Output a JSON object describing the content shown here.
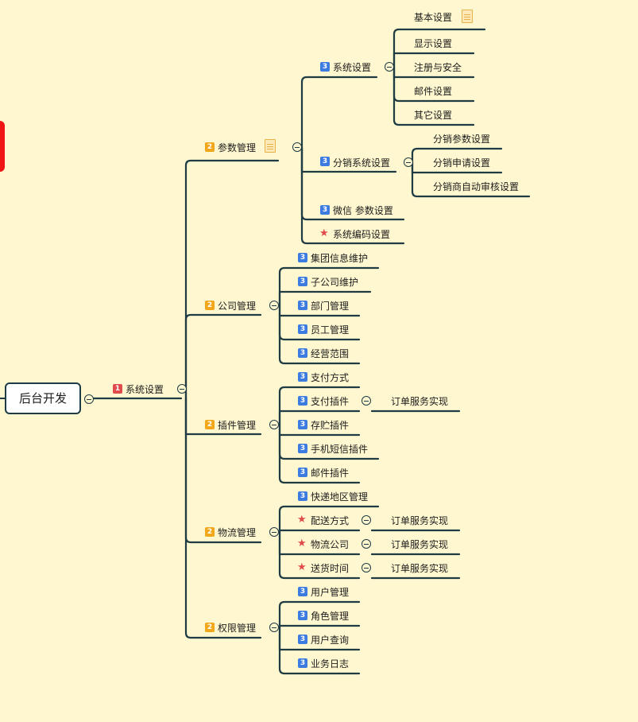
{
  "root": {
    "label": "后台开发"
  },
  "l1": {
    "label": "系统设置",
    "level": "1"
  },
  "branches": [
    {
      "label": "参数管理",
      "level": "2",
      "note": true
    },
    {
      "label": "公司管理",
      "level": "2"
    },
    {
      "label": "插件管理",
      "level": "2"
    },
    {
      "label": "物流管理",
      "level": "2"
    },
    {
      "label": "权限管理",
      "level": "2"
    }
  ],
  "param": [
    {
      "label": "系统设置",
      "marker": "3",
      "children": [
        "基本设置",
        "显示设置",
        "注册与安全",
        "邮件设置",
        "其它设置"
      ]
    },
    {
      "label": "分销系统设置",
      "marker": "3",
      "children": [
        "分销参数设置",
        "分销申请设置",
        "分销商自动审核设置"
      ]
    },
    {
      "label": "微信 参数设置",
      "marker": "3"
    },
    {
      "label": "系统编码设置",
      "marker": "star"
    }
  ],
  "company": [
    "集团信息维护",
    "子公司维护",
    "部门管理",
    "员工管理",
    "经营范围"
  ],
  "plugin": [
    {
      "label": "支付方式"
    },
    {
      "label": "支付插件",
      "child": "订单服务实现"
    },
    {
      "label": "存贮插件"
    },
    {
      "label": "手机短信插件"
    },
    {
      "label": "邮件插件"
    }
  ],
  "logistics": [
    {
      "label": "快递地区管理",
      "marker": "3"
    },
    {
      "label": "配送方式",
      "marker": "star",
      "child": "订单服务实现"
    },
    {
      "label": "物流公司",
      "marker": "star",
      "child": "订单服务实现"
    },
    {
      "label": "送货时间",
      "marker": "star",
      "child": "订单服务实现"
    }
  ],
  "perm": [
    "用户管理",
    "角色管理",
    "用户查询",
    "业务日志"
  ],
  "colors": {
    "background": "#fef7cf",
    "line": "#1f3b44",
    "level1": "#e04b4b",
    "level2": "#f2a71b",
    "level3": "#3c7be0",
    "star": "#e04b4b",
    "accent": "#f01414"
  },
  "icons": {
    "collapse": "minus-circle-icon",
    "note": "note-icon",
    "priority": "star-icon"
  }
}
